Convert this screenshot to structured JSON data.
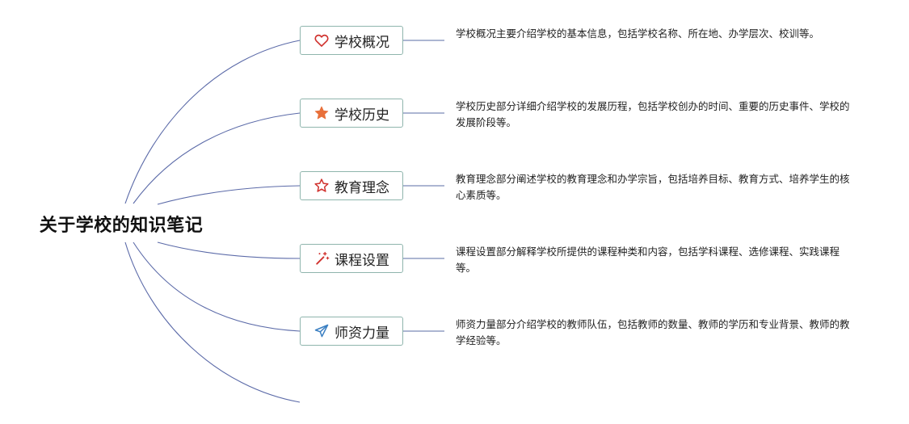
{
  "root": {
    "title": "关于学校的知识笔记"
  },
  "topics": [
    {
      "label": "学校概况",
      "icon": "heart-icon",
      "icon_color": "#d0312d",
      "note": "学校概况主要介绍学校的基本信息，包括学校名称、所在地、办学层次、校训等。"
    },
    {
      "label": "学校历史",
      "icon": "star-filled-icon",
      "icon_color": "#e8703a",
      "note": "学校历史部分详细介绍学校的发展历程，包括学校创办的时间、重要的历史事件、学校的发展阶段等。"
    },
    {
      "label": "教育理念",
      "icon": "star-outline-icon",
      "icon_color": "#d0312d",
      "note": "教育理念部分阐述学校的教育理念和办学宗旨，包括培养目标、教育方式、培养学生的核心素质等。"
    },
    {
      "label": "课程设置",
      "icon": "magic-wand-icon",
      "icon_color": "#d0312d",
      "note": "课程设置部分解释学校所提供的课程种类和内容，包括学科课程、选修课程、实践课程等。"
    },
    {
      "label": "师资力量",
      "icon": "paper-plane-icon",
      "icon_color": "#3a7fc2",
      "note": "师资力量部分介绍学校的教师队伍，包括教师的数量、教师的学历和专业背景、教师的教学经验等。"
    }
  ],
  "colors": {
    "branch_line": "#5b6aa8",
    "connector_line": "#7a8ab8",
    "node_border": "#8fb5ad"
  }
}
